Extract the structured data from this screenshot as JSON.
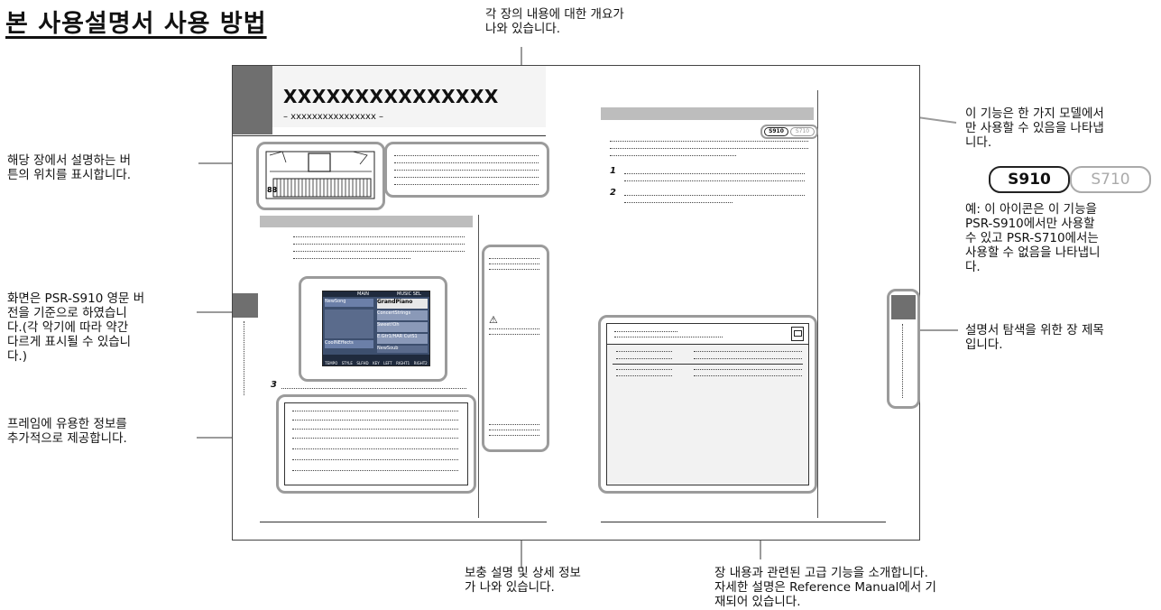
{
  "page_title": "본 사용설명서 사용 방법",
  "annotations": {
    "top_center": [
      "각 장의 내용에 대한 개요가",
      "나와 있습니다."
    ],
    "left_button_location": [
      "해당 장에서 설명하는 버",
      "튼의 위치를 표시합니다."
    ],
    "left_screen_note": [
      "화면은 PSR-S910 영문 버",
      "전을 기준으로 하였습니",
      "다.(각 악기에 따라 약간",
      "다르게 표시될 수 있습니",
      "다.)"
    ],
    "left_frame_info": [
      "프레임에 유용한 정보를",
      "추가적으로 제공합니다."
    ],
    "bottom_center": [
      "보충 설명 및 상세 정보",
      "가 나와 있습니다."
    ],
    "bottom_right": [
      "장 내용과 관련된 고급 기능을 소개합니다.",
      "자세한 설명은 Reference Manual에서 기",
      "재되어 있습니다."
    ],
    "right_model": [
      "이 기능은 한 가지 모델에서",
      "만 사용할 수 있음을 나타냅",
      "니다."
    ],
    "right_example": [
      "예: 이 아이콘은 이 기능을",
      "PSR-S910에서만 사용할",
      "수 있고 PSR-S710에서는",
      "사용할 수 없음을 나타냅니",
      "다."
    ],
    "right_chapter_title": [
      "설명서 탐색을 위한 장 제목",
      "입니다."
    ]
  },
  "mock_page": {
    "chapter_title": "XXXXXXXXXXXXXXX",
    "chapter_subtitle": "– xxxxxxxxxxxxxxxx –",
    "step_numbers": [
      "1",
      "2",
      "3"
    ],
    "warning_symbol": "⚠",
    "model_badges": [
      "S910",
      "S710"
    ]
  },
  "lcd": {
    "header": "MAIN",
    "right_header": "MUSIC SEL",
    "voices": [
      "GrandPiano",
      "ConcertStrings",
      "Sweet!Oh",
      "E.Gtr1/HAR CutS1"
    ],
    "left_items": [
      "NewSong",
      "CoolNEffects"
    ],
    "bottom_item": "NewSoub",
    "tabs": [
      "TEMPO",
      "STYLE",
      "SLFHD",
      "KEY",
      "LEFT",
      "RIGHT1",
      "RIGHT2"
    ]
  },
  "colors": {
    "callout_border": "#9b9b9b",
    "section_bar": "#bdbdbd",
    "chapter_block": "#6f6f6f"
  }
}
